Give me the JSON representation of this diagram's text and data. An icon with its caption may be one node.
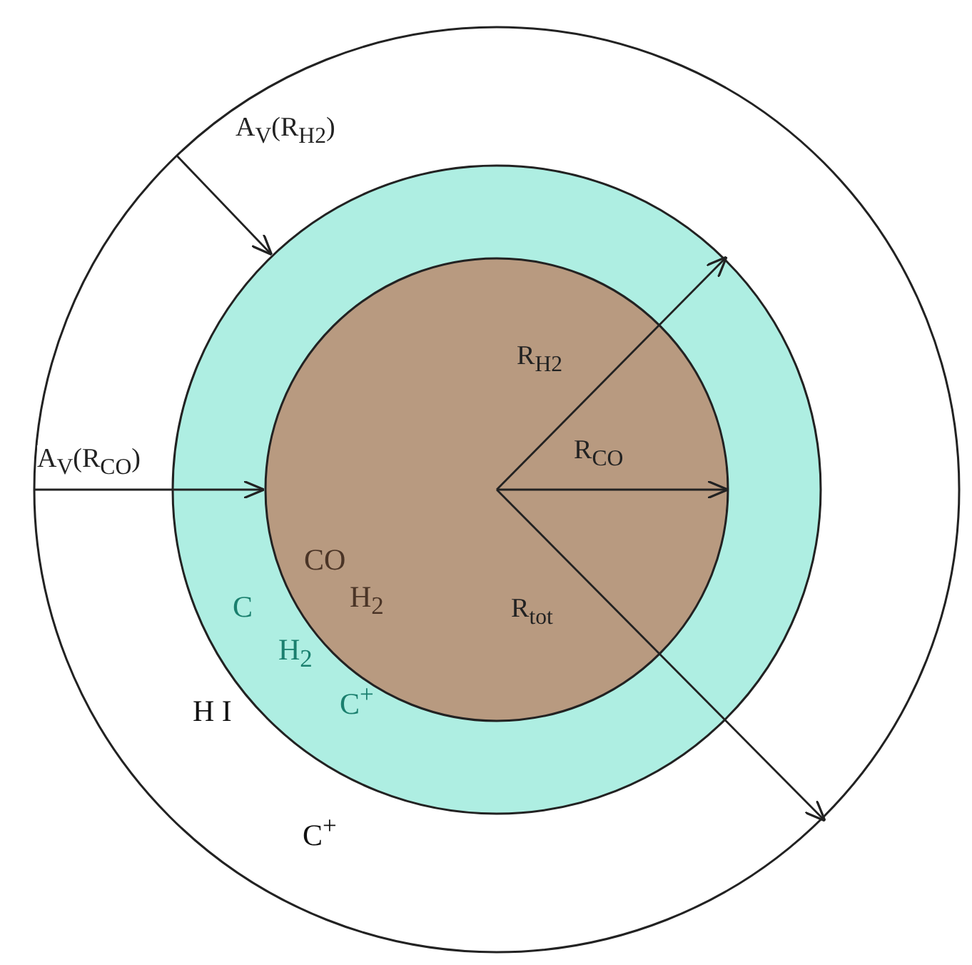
{
  "diagram": {
    "nodes": [
      {
        "text": [
          "H I",
          "C$^{+}$"
        ]
      },
      {
        "text": [
          "C",
          "H$_{2}$",
          "C$^{+}$"
        ],
        "in": 0
      },
      {
        "text": [
          "CO",
          "H$_{2}$"
        ],
        "in": 1
      }
    ],
    "edges": [
      {
        "from": 0,
        "to": 1,
        "arrow": "to",
        "label": "A$_{V}$(R$_{H2}$)"
      },
      {
        "from": 0,
        "to": 2,
        "arrow": "to",
        "label": "A$_{V}$(R$_{CO}$)"
      }
    ],
    "labels": [
      "R$_{H2}$",
      "R$_{CO}$",
      "R$_{tot}$"
    ]
  }
}
